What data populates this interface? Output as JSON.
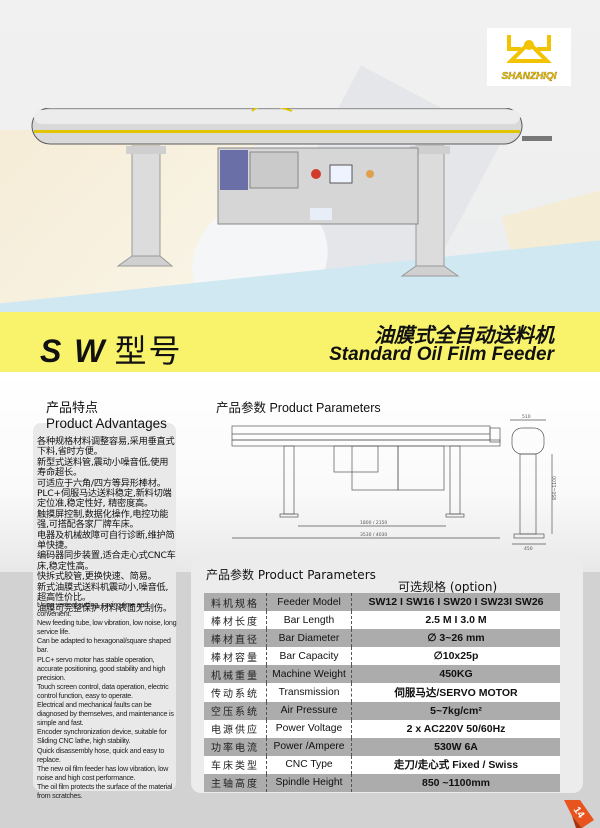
{
  "brand": {
    "logo_text": "SHANZHIQI",
    "brand_color": "#f2c300"
  },
  "banner": {
    "model_latin": "S W",
    "model_cn": "型号",
    "title_cn": "油膜式全自动送料机",
    "title_en": "Standard Oil Film Feeder",
    "background": "#f8f36a"
  },
  "advantages": {
    "heading_cn": "产品特点",
    "heading_en": "Product Advantages",
    "items_cn": [
      "各种规格材料调整容易,采用垂直式下料,省时方便。",
      "新型式送料管,震动小噪音低,使用寿命超长。",
      "可适应于六角/四方等异形棒材。",
      "PLC+伺服马达送料稳定,新料切端定位准,稳定性好, 精密度高。",
      "触摸屏控制,数据化操作,电控功能强,可搭配各家厂牌车床。",
      "电器及机械故障可自行诊断,维护简单快捷。",
      "编码器同步装置,适合走心式CNC车床,稳定性高。",
      "快拆式胶管,更换快速、简易。",
      "新式油膜式送料机震动小,噪音低,超高性价比。",
      "油膜可完整保护材料表面无刮伤。"
    ],
    "items_en": [
      "Using vertical cutting, saving time and convenient.",
      "New feeding tube, low vibration, low noise, long service life.",
      "Can be adapted to hexagonal/square shaped bar.",
      "PLC+ servo motor has stable operation, accurate positioning, good stability and high precision.",
      "Touch screen control, data operation, electric control function, easy to operate.",
      "Electrical and mechanical faults can be diagnosed by themselves, and maintenance is simple and fast.",
      "Encoder synchronization device, suitable for Sliding CNC lathe, high stability.",
      "Quick disassembly hose, quick and easy to replace.",
      "The new oil film feeder has low vibration, low noise and high cost performance.",
      "The oil film protects the surface of the material from scratches."
    ]
  },
  "drawing": {
    "heading": "产品参数 Product Parameters",
    "dim_width_side": "510",
    "dim_base_side": "450",
    "dim_height": "850~1100",
    "dim_leg_span": "1800 / 2150",
    "dim_total_length": "3530 / 4030"
  },
  "parameters": {
    "heading": "产品参数 Product Parameters",
    "option_heading": "可选规格  (option)",
    "rows": [
      {
        "cn": "料机规格",
        "en": "Feeder Model",
        "value": "SW12 I SW16 I SW20 I SW23I SW26"
      },
      {
        "cn": "棒材长度",
        "en": "Bar Length",
        "value": "2.5 M   I   3.0 M"
      },
      {
        "cn": "棒材直径",
        "en": "Bar Diameter",
        "value": "∅ 3~26 mm"
      },
      {
        "cn": "棒材容量",
        "en": "Bar Capacity",
        "value": "∅10x25p"
      },
      {
        "cn": "机械重量",
        "en": "Machine Weight",
        "value": "450KG"
      },
      {
        "cn": "传动系统",
        "en": "Transmission",
        "value": "伺服马达/SERVO MOTOR"
      },
      {
        "cn": "空压系统",
        "en": "Air Pressure",
        "value": "5~7kg/cm²"
      },
      {
        "cn": "电源供应",
        "en": "Power Voltage",
        "value": "2 x AC220V   50/60Hz"
      },
      {
        "cn": "功率电流",
        "en": "Power /Ampere",
        "value": "530W  6A"
      },
      {
        "cn": "车床类型",
        "en": "CNC Type",
        "value": "走刀/走心式   Fixed / Swiss"
      },
      {
        "cn": "主轴高度",
        "en": "Spindle Height",
        "value": "850 ~1100mm"
      }
    ]
  },
  "page": {
    "number": "14",
    "badge_color": "#e8541e"
  }
}
